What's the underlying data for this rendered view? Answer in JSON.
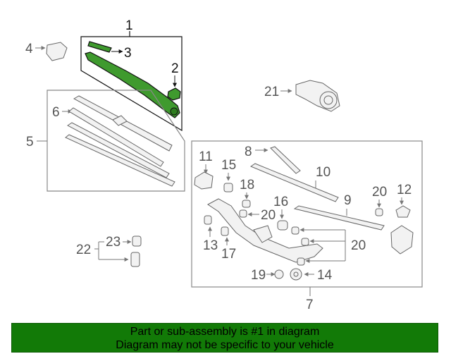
{
  "callouts": {
    "c1": "1",
    "c2": "2",
    "c3": "3",
    "c4": "4",
    "c5": "5",
    "c6": "6",
    "c7": "7",
    "c8": "8",
    "c9": "9",
    "c10": "10",
    "c11": "11",
    "c12": "12",
    "c13": "13",
    "c14": "14",
    "c15": "15",
    "c16": "16",
    "c17": "17",
    "c18": "18",
    "c19": "19",
    "c20a": "20",
    "c20b": "20",
    "c20c": "20",
    "c21": "21",
    "c22": "22",
    "c23": "23"
  },
  "banner": {
    "line1": "Part or sub-assembly is #1 in diagram",
    "line2": "Diagram may not be specific to your vehicle"
  },
  "colors": {
    "highlight": "#3f9a2e",
    "banner": "#127a07"
  }
}
